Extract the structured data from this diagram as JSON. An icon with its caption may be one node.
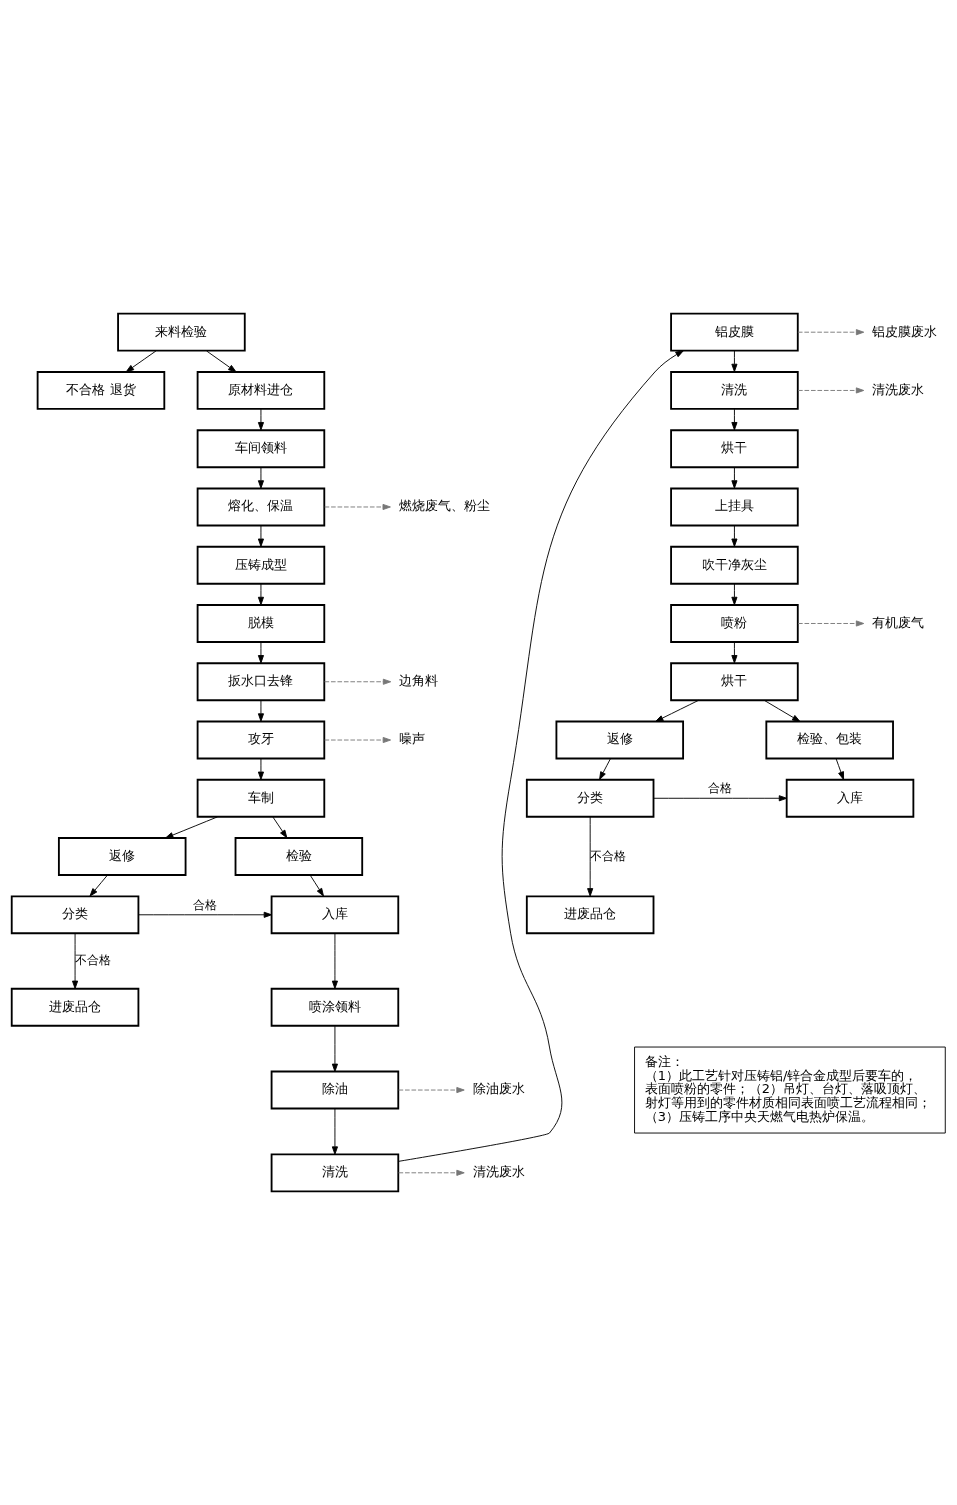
{
  "diagram": {
    "nodes": [
      {
        "text": [
          "来料检验"
        ]
      },
      {
        "text": [
          "不合格 退货"
        ]
      },
      {
        "text": [
          "原材料进仓"
        ]
      },
      {
        "text": [
          "车间领料"
        ]
      },
      {
        "text": [
          "燃烧废气、粉尘"
        ]
      },
      {
        "text": [
          "熔化、保温"
        ]
      },
      {
        "text": [
          "压铸成型"
        ]
      },
      {
        "text": [
          "脱模"
        ]
      },
      {
        "text": [
          "边角料"
        ]
      },
      {
        "text": [
          "扳水口去锋"
        ]
      },
      {
        "text": [
          "噪声"
        ]
      },
      {
        "text": [
          "攻牙"
        ]
      },
      {
        "text": [
          "车制"
        ]
      },
      {
        "text": [
          "返修"
        ]
      },
      {
        "text": [
          "检验"
        ]
      },
      {
        "text": [
          "分类"
        ]
      },
      {
        "text": [
          "入库"
        ]
      },
      {
        "text": [
          "进废品仓"
        ]
      },
      {
        "text": [
          "喷涂领料"
        ]
      },
      {
        "text": [
          "除油废水"
        ]
      },
      {
        "text": [
          "除油"
        ]
      },
      {
        "text": [
          "清洗废水"
        ]
      },
      {
        "text": [
          "清洗"
        ]
      },
      {
        "text": [
          "铝皮膜"
        ]
      },
      {
        "text": [
          "铝皮膜废水"
        ]
      },
      {
        "text": [
          "清洗"
        ]
      },
      {
        "text": [
          "清洗废水"
        ]
      },
      {
        "text": [
          "烘干"
        ]
      },
      {
        "text": [
          "上挂具"
        ]
      },
      {
        "text": [
          "吹干净灰尘"
        ]
      },
      {
        "text": [
          "喷粉"
        ]
      },
      {
        "text": [
          "有机废气"
        ]
      },
      {
        "text": [
          "烘干"
        ]
      },
      {
        "text": [
          "返修"
        ]
      },
      {
        "text": [
          "检验、包装"
        ]
      },
      {
        "text": [
          "分类"
        ]
      },
      {
        "text": [
          "入库"
        ]
      },
      {
        "text": [
          "进废品仓"
        ]
      },
      {
        "text": [
          "备注：",
          "（1）此工艺针对压铸铝/锌合金成型后要车的，表面喷粉的零件；（2）吊灯、台灯、落吸顶灯、射灯等用到的零件材质相同表面喷工艺流程相同；（3）压铸工序中央天燃气电热炉保温。"
        ]
      }
    ],
    "edges": [
      {
        "from": 0,
        "to": 2,
        "arrow": "to"
      },
      {
        "from": 0,
        "to": 1,
        "arrow": "to"
      },
      {
        "from": 2,
        "to": 3,
        "arrow": "to"
      },
      {
        "from": 3,
        "to": 5,
        "arrow": "to"
      },
      {
        "from": 5,
        "to": 4,
        "arrow": "to",
        "style": "dashed",
        "color": "#777777"
      },
      {
        "from": 5,
        "to": 6,
        "arrow": "to"
      },
      {
        "from": 6,
        "to": 7,
        "arrow": "to"
      },
      {
        "from": 7,
        "to": 9,
        "arrow": "to"
      },
      {
        "from": 9,
        "to": 8,
        "arrow": "to",
        "style": "dashed",
        "color": "#777777"
      },
      {
        "from": 9,
        "to": 11,
        "arrow": "to"
      },
      {
        "from": 11,
        "to": 10,
        "arrow": "to",
        "style": "dashed",
        "color": "#777777"
      },
      {
        "from": 11,
        "to": 12,
        "arrow": "to"
      },
      {
        "from": 12,
        "to": 14,
        "arrow": "to"
      },
      {
        "from": 12,
        "to": 13,
        "arrow": "to"
      },
      {
        "from": 13,
        "to": 15,
        "arrow": "to"
      },
      {
        "from": 14,
        "to": 16,
        "arrow": "to"
      },
      {
        "from": 15,
        "to": 16,
        "arrow": "to",
        "label": "合格"
      },
      {
        "from": 15,
        "to": 17,
        "arrow": "to",
        "label": "不合格"
      },
      {
        "from": 16,
        "to": 18,
        "arrow": "to"
      },
      {
        "from": 18,
        "to": 20,
        "arrow": "to"
      },
      {
        "from": 20,
        "to": 19,
        "arrow": "to",
        "style": "dashed",
        "color": "#777777"
      },
      {
        "from": 20,
        "to": 22,
        "arrow": "to"
      },
      {
        "from": 22,
        "to": 21,
        "arrow": "to",
        "style": "dashed",
        "color": "#777777"
      },
      {
        "from": 22,
        "to": 23,
        "arrow": "to"
      },
      {
        "from": 23,
        "to": 24,
        "arrow": "to",
        "style": "dashed",
        "color": "#777777"
      },
      {
        "from": 23,
        "to": 25,
        "arrow": "to"
      },
      {
        "from": 25,
        "to": 26,
        "arrow": "to",
        "style": "dashed",
        "color": "#777777"
      },
      {
        "from": 25,
        "to": 27,
        "arrow": "to"
      },
      {
        "from": 27,
        "to": 28,
        "arrow": "to"
      },
      {
        "from": 28,
        "to": 29,
        "arrow": "to"
      },
      {
        "from": 29,
        "to": 30,
        "arrow": "to"
      },
      {
        "from": 30,
        "to": 31,
        "arrow": "to",
        "style": "dashed",
        "color": "#777777"
      },
      {
        "from": 30,
        "to": 32,
        "arrow": "to"
      },
      {
        "from": 32,
        "to": 34,
        "arrow": "to"
      },
      {
        "from": 32,
        "to": 33,
        "arrow": "to"
      },
      {
        "from": 33,
        "to": 35,
        "arrow": "to"
      },
      {
        "from": 34,
        "to": 36,
        "arrow": "to"
      },
      {
        "from": 35,
        "to": 36,
        "arrow": "to",
        "label": "合格"
      },
      {
        "from": 35,
        "to": 37,
        "arrow": "to",
        "label": "不合格"
      }
    ]
  }
}
